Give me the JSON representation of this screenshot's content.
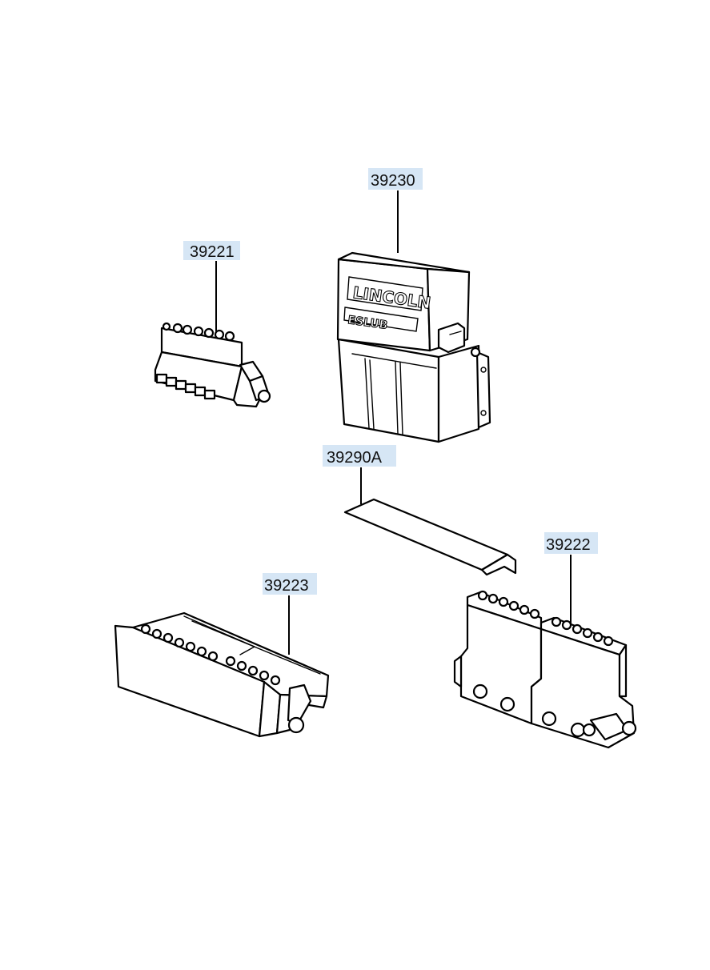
{
  "callouts": [
    {
      "id": "pump",
      "label": "39230"
    },
    {
      "id": "small_valve",
      "label": "39221"
    },
    {
      "id": "gasket",
      "label": "39290A"
    },
    {
      "id": "large_valve",
      "label": "39222"
    },
    {
      "id": "valve_cover",
      "label": "39223"
    }
  ],
  "pump": {
    "logo_text": "LINCOLN",
    "sub_text": "ESLUB"
  },
  "colors": {
    "callout_highlight": "#d6e6f5",
    "line": "#000000",
    "background": "#ffffff"
  }
}
